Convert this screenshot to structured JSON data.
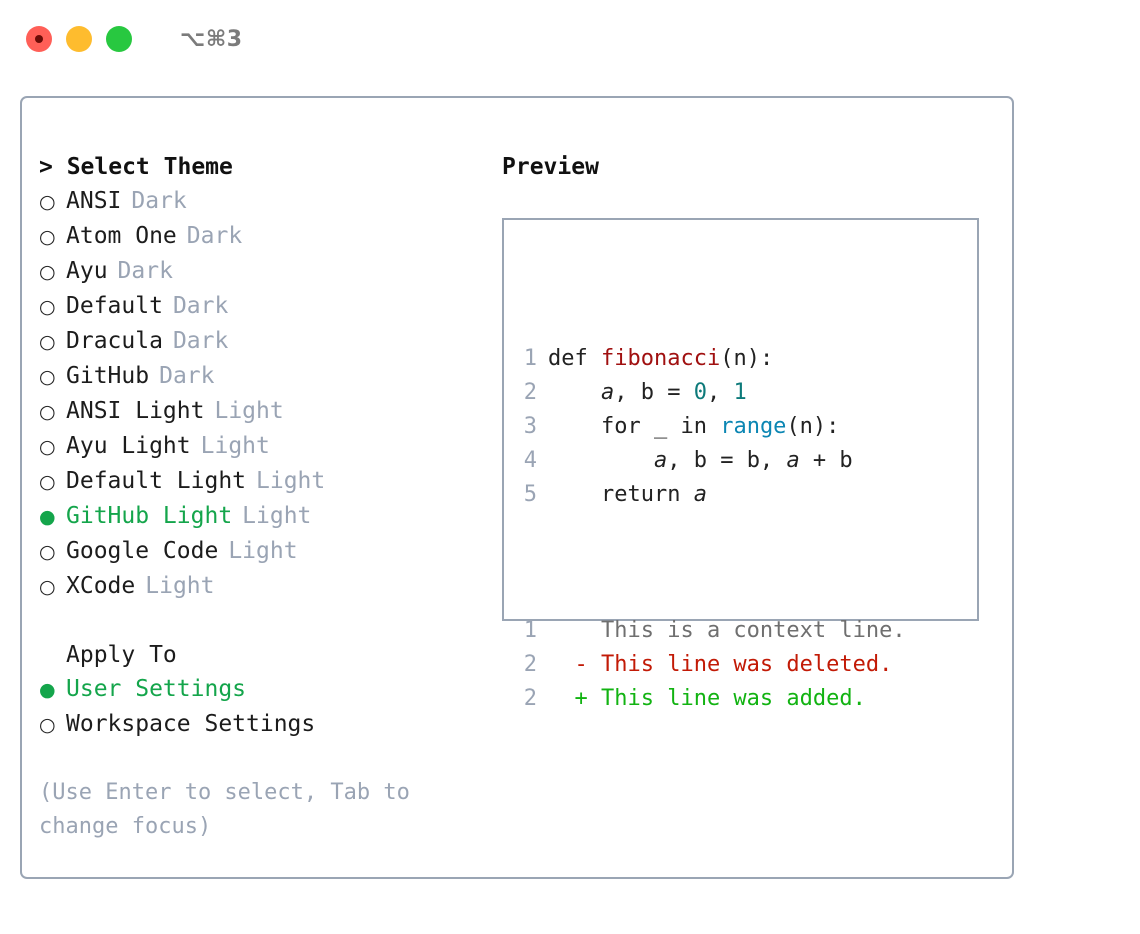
{
  "titlebar": {
    "shortcut": "⌥⌘3",
    "buttons": [
      {
        "name": "close",
        "color": "#ff5f57"
      },
      {
        "name": "minimize",
        "color": "#febc2e"
      },
      {
        "name": "zoom",
        "color": "#28c840"
      }
    ]
  },
  "theme_panel": {
    "heading": "> Select Theme",
    "marker_unselected": "○",
    "marker_selected": "●",
    "accent_color": "#14a54b",
    "muted_color": "#9aa4b4",
    "items": [
      {
        "label": "ANSI",
        "tag": "Dark",
        "selected": false
      },
      {
        "label": "Atom One",
        "tag": "Dark",
        "selected": false
      },
      {
        "label": "Ayu",
        "tag": "Dark",
        "selected": false
      },
      {
        "label": "Default",
        "tag": "Dark",
        "selected": false
      },
      {
        "label": "Dracula",
        "tag": "Dark",
        "selected": false
      },
      {
        "label": "GitHub",
        "tag": "Dark",
        "selected": false
      },
      {
        "label": "ANSI Light",
        "tag": "Light",
        "selected": false
      },
      {
        "label": "Ayu Light",
        "tag": "Light",
        "selected": false
      },
      {
        "label": "Default Light",
        "tag": "Light",
        "selected": false
      },
      {
        "label": "GitHub Light",
        "tag": "Light",
        "selected": true
      },
      {
        "label": "Google Code",
        "tag": "Light",
        "selected": false
      },
      {
        "label": "XCode",
        "tag": "Light",
        "selected": false
      }
    ]
  },
  "apply_to": {
    "heading": "Apply To",
    "items": [
      {
        "label": "User Settings",
        "selected": true
      },
      {
        "label": "Workspace Settings",
        "selected": false
      }
    ]
  },
  "hint": "(Use Enter to select, Tab to change focus)",
  "preview": {
    "heading": "Preview",
    "code_lines": [
      {
        "n": "1",
        "indent": "",
        "parts": [
          {
            "t": "def ",
            "k": "plain"
          },
          {
            "t": "fibonacci",
            "k": "fn"
          },
          {
            "t": "(n):",
            "k": "plain"
          }
        ]
      },
      {
        "n": "2",
        "indent": "    ",
        "parts": [
          {
            "t": "a",
            "k": "var"
          },
          {
            "t": ", ",
            "k": "plain"
          },
          {
            "t": "b",
            "k": "plain"
          },
          {
            "t": " = ",
            "k": "plain"
          },
          {
            "t": "0",
            "k": "num"
          },
          {
            "t": ", ",
            "k": "plain"
          },
          {
            "t": "1",
            "k": "num"
          }
        ]
      },
      {
        "n": "3",
        "indent": "    ",
        "parts": [
          {
            "t": "for _ in ",
            "k": "plain"
          },
          {
            "t": "range",
            "k": "blue"
          },
          {
            "t": "(n):",
            "k": "plain"
          }
        ]
      },
      {
        "n": "4",
        "indent": "        ",
        "parts": [
          {
            "t": "a",
            "k": "var"
          },
          {
            "t": ", b = b, ",
            "k": "plain"
          },
          {
            "t": "a",
            "k": "var"
          },
          {
            "t": " + b",
            "k": "plain"
          }
        ]
      },
      {
        "n": "5",
        "indent": "    ",
        "parts": [
          {
            "t": "return ",
            "k": "plain"
          },
          {
            "t": "a",
            "k": "var"
          }
        ]
      }
    ],
    "diff_lines": [
      {
        "n": "1",
        "sign": " ",
        "text": "This is a context line.",
        "kind": "ctx"
      },
      {
        "n": "2",
        "sign": "-",
        "text": "This line was deleted.",
        "kind": "del"
      },
      {
        "n": "2",
        "sign": "+",
        "text": "This line was added.",
        "kind": "add"
      }
    ]
  }
}
